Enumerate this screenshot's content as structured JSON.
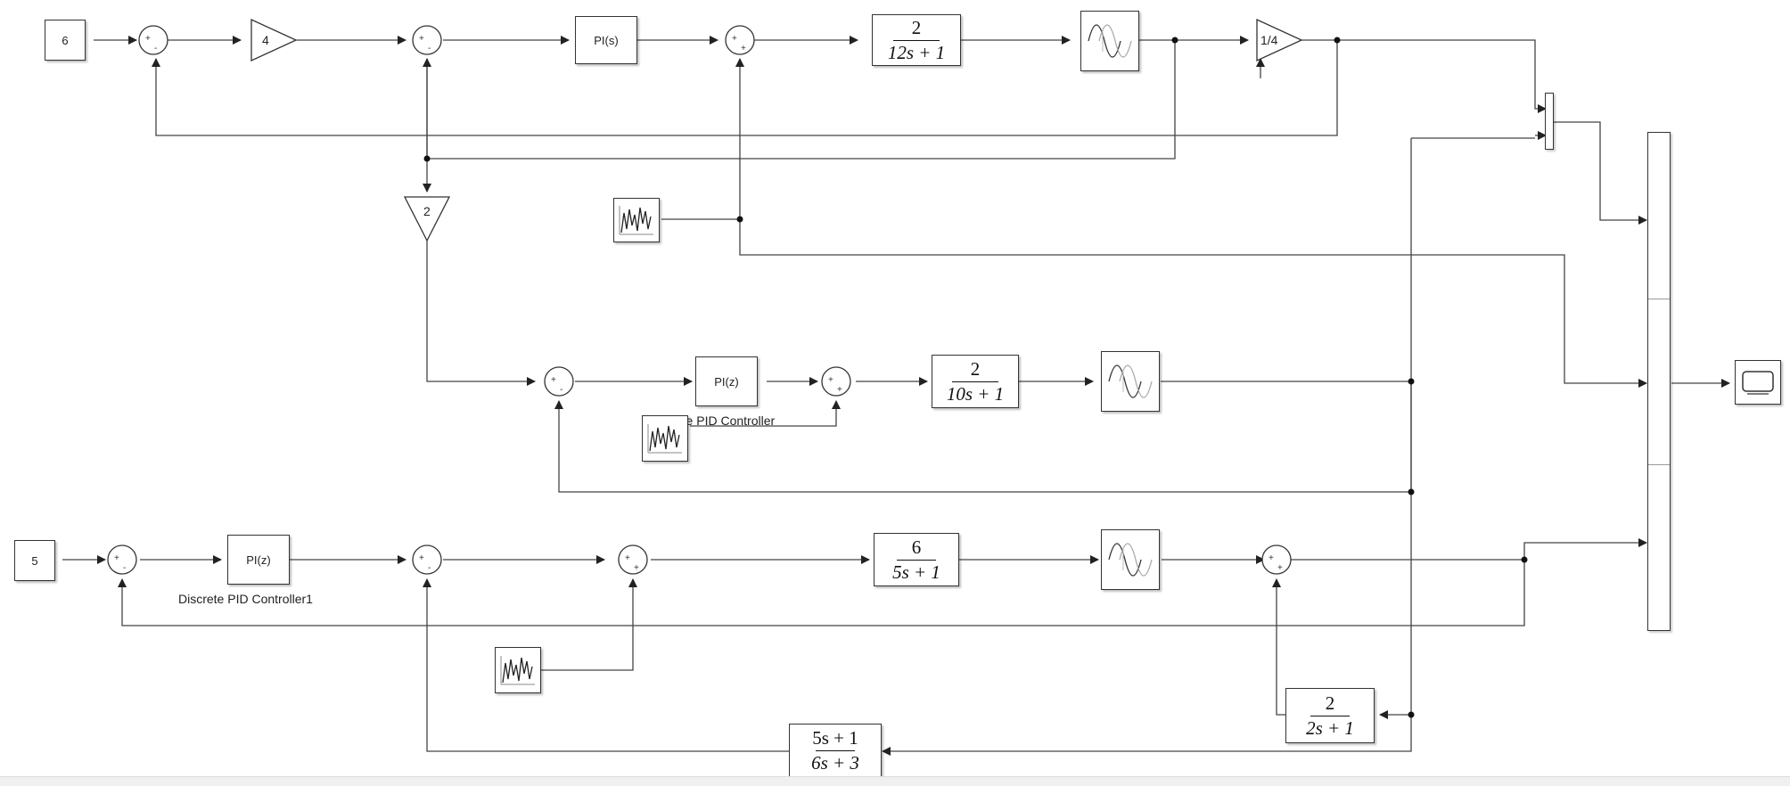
{
  "constants": {
    "c1": "6",
    "c2": "5"
  },
  "gains": {
    "g1": "4",
    "g2": "1/4",
    "g3": "2"
  },
  "controllers": {
    "pi_s": "PI(s)",
    "pi_z1": "PI(z)",
    "pi_z2": "PI(z)",
    "label1": "Discrete PID Controller",
    "label2": "Discrete PID Controller1"
  },
  "transfer_functions": {
    "tf1": {
      "num": "2",
      "den": "12s + 1"
    },
    "tf2": {
      "num": "2",
      "den": "10s + 1"
    },
    "tf3": {
      "num": "6",
      "den": "5s + 1"
    },
    "tf4": {
      "num": "2",
      "den": "2s + 1"
    },
    "tf5": {
      "num": "5s + 1",
      "den": "6s + 3"
    }
  },
  "blocks": {
    "transport_delay": "transport-delay-icon",
    "noise": "random-noise-icon",
    "scope": "scope-icon"
  }
}
